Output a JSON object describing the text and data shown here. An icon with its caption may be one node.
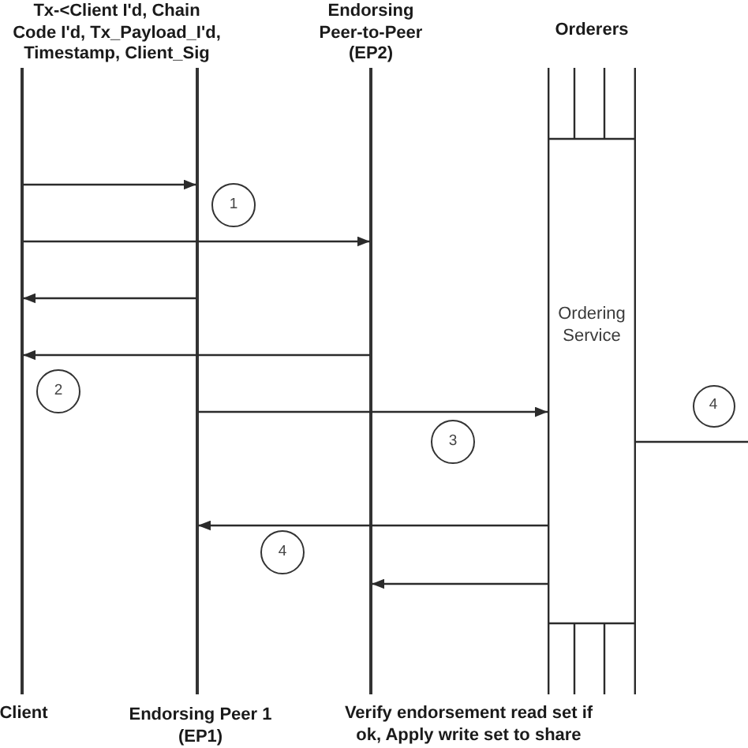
{
  "diagram": {
    "nodes": [
      {
        "text": [
          "Client"
        ]
      },
      {
        "text": [
          "Endorsing Peer 1 (EP1)"
        ]
      },
      {
        "text": [
          "Endorsing Peer-to-Peer (EP2)"
        ]
      },
      {
        "text": [
          "Orderers",
          "Ordering Service"
        ]
      },
      {
        "text": [
          "1"
        ]
      },
      {
        "text": [
          "2"
        ]
      },
      {
        "text": [
          "4"
        ]
      },
      {
        "text": [
          "3"
        ]
      },
      {
        "text": [
          "4"
        ]
      }
    ],
    "edges": [
      {
        "from": 0,
        "to": 1,
        "arrow": "to"
      },
      {
        "from": 0,
        "to": 2,
        "arrow": "to"
      },
      {
        "from": 1,
        "to": 0,
        "arrow": "to"
      },
      {
        "from": 2,
        "to": 0,
        "arrow": "to"
      },
      {
        "from": 1,
        "to": 3,
        "arrow": "to"
      },
      {
        "from": 3,
        "to": null,
        "arrow": "none"
      },
      {
        "from": 3,
        "to": 1,
        "arrow": "to"
      },
      {
        "from": 3,
        "to": 2,
        "arrow": "to"
      }
    ],
    "labels": [
      "Tx-<Client I'd, Chain Code I'd, Tx_Payload_I'd, Timestamp, Client_Sig",
      "Verify endorsement read set if ok, Apply write set to share"
    ]
  }
}
